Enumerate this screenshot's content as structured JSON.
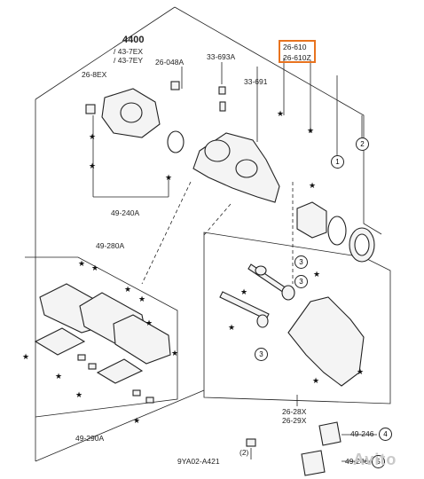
{
  "labels": {
    "top_4400": "4400",
    "top_43_7ex": "/ 43-7EX",
    "top_43_7ey": "/ 43-7EY",
    "l_26_8ex": "26-8EX",
    "l_26_048a": "26-048A",
    "l_33_693a": "33-693A",
    "l_33_691": "33-691",
    "l_26_610": "26-610",
    "l_26_610z": "26-610Z",
    "l_49_240a": "49-240A",
    "l_49_280a": "49-280A",
    "l_49_290a": "49-290A",
    "l_26_28x": "26-28X",
    "l_26_29x": "26-29X",
    "l_49_246": "49-246",
    "l_49_246a": "49-246A",
    "l_9ya02": "9YA02-A421",
    "l_2_paren": "(2)"
  },
  "callouts": {
    "c1": "1",
    "c2": "2",
    "c3a": "3",
    "c3b": "3",
    "c3c": "3",
    "c4": "4",
    "c5": "5"
  },
  "star_glyph": "★",
  "watermark": "Avito",
  "colors": {
    "highlight": "#e8731f",
    "line": "#222222"
  }
}
